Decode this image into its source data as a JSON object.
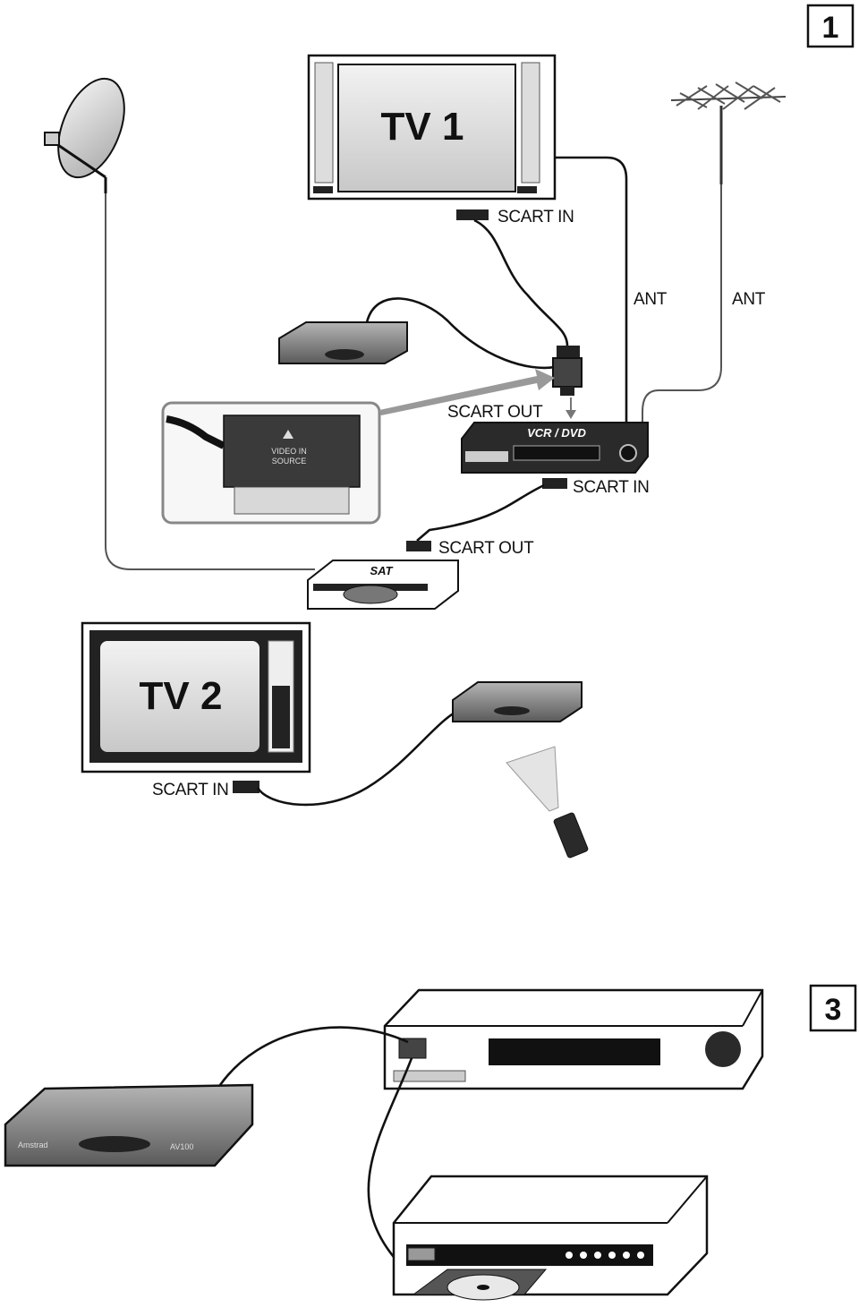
{
  "panel1": {
    "badge": "1",
    "tv1": {
      "screen_label": "TV 1",
      "port_label": "SCART IN"
    },
    "antenna_cable_tv1_label": "ANT",
    "antenna_cable_roof_label": "ANT",
    "adapter": {
      "port_label": "SCART OUT",
      "inset_text_line1": "VIDEO IN",
      "inset_text_line2": "SOURCE"
    },
    "vcr": {
      "device_label": "VCR / DVD",
      "port_label": "SCART IN"
    },
    "sat": {
      "device_label": "SAT",
      "port_label": "SCART OUT"
    },
    "tv2": {
      "screen_label": "TV 2",
      "port_label": "SCART IN"
    }
  },
  "panel3": {
    "badge": "3",
    "receiver": {
      "brand_text": "Amstrad",
      "model_text": "AV100"
    }
  },
  "colors": {
    "line": "#111111",
    "device_grey": "#7a7a7a",
    "screen_grey": "#d8d8d8",
    "inset_border": "#888888"
  }
}
